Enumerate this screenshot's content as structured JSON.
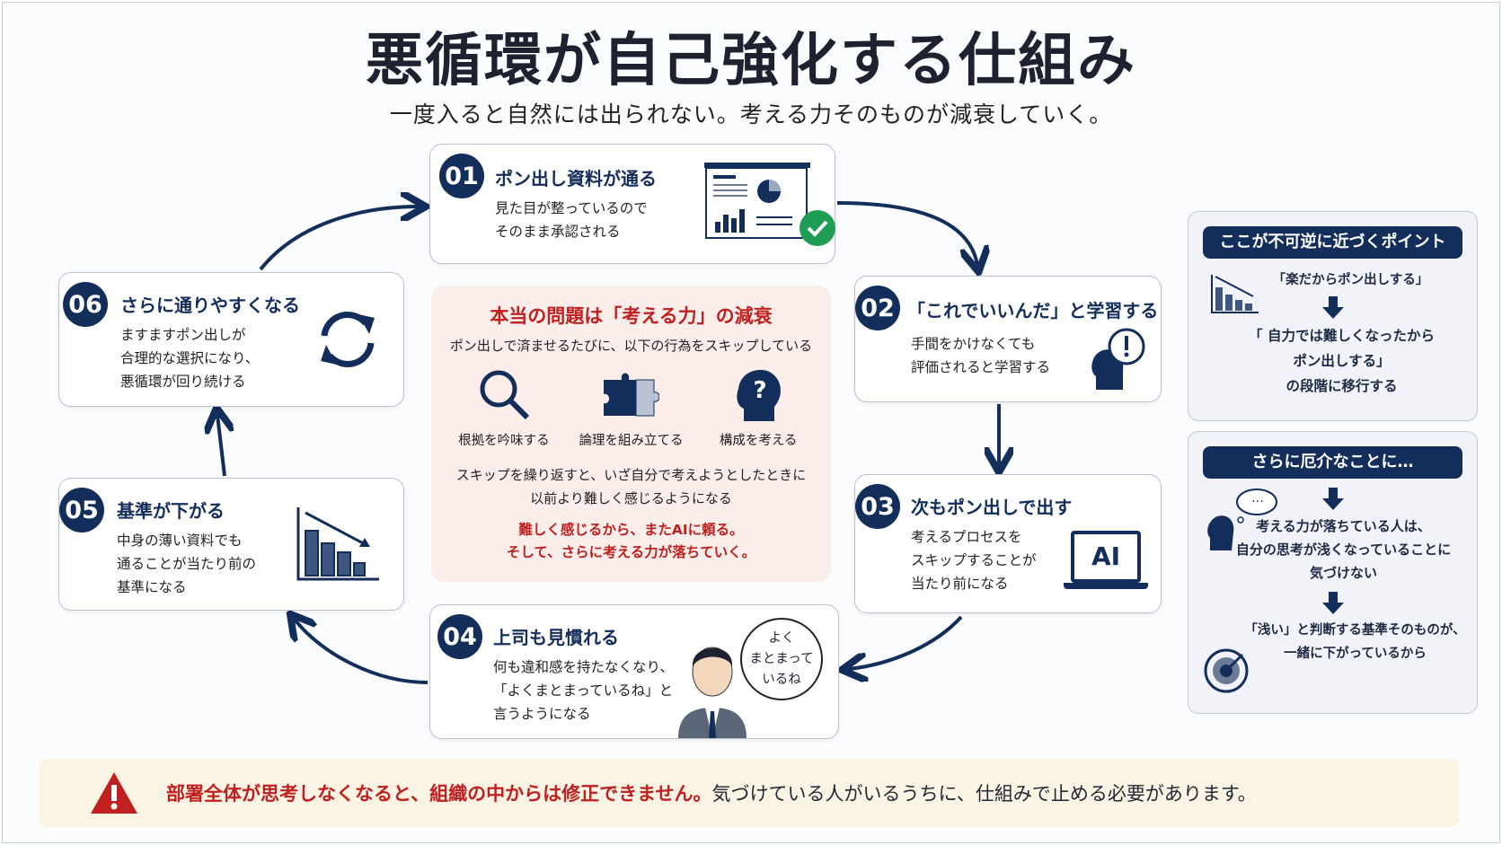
{
  "title": "悪循環が自己強化する仕組み",
  "subtitle": "一度入ると自然には出られない。考える力そのものが減衰していく。",
  "steps": [
    {
      "num": "01",
      "title": "ポン出し資料が通る",
      "lines": [
        "見た目が整っているので",
        "そのまま承認される"
      ]
    },
    {
      "num": "02",
      "title": "「これでいいんだ」と学習する",
      "lines": [
        "手間をかけなくても",
        "評価されると学習する"
      ]
    },
    {
      "num": "03",
      "title": "次もポン出しで出す",
      "lines": [
        "考えるプロセスを",
        "スキップすることが",
        "当たり前になる"
      ],
      "icon_text": "AI"
    },
    {
      "num": "04",
      "title": "上司も見慣れる",
      "lines": [
        "何も違和感を持たなくなり、",
        "「よくまとまっているね」と",
        "言うようになる"
      ],
      "bubble": [
        "よく",
        "まとまって",
        "いるね"
      ]
    },
    {
      "num": "05",
      "title": "基準が下がる",
      "lines": [
        "中身の薄い資料でも",
        "通ることが当たり前の",
        "基準になる"
      ]
    },
    {
      "num": "06",
      "title": "さらに通りやすくなる",
      "lines": [
        "ますますポン出しが",
        "合理的な選択になり、",
        "悪循環が回り続ける"
      ]
    }
  ],
  "center": {
    "heading": "本当の問題は「考える力」の減衰",
    "sub": "ポン出しで済ませるたびに、以下の行為をスキップしている",
    "skips": [
      "根拠を吟味する",
      "論理を組み立てる",
      "構成を考える"
    ],
    "para": [
      "スキップを繰り返すと、いざ自分で考えようとしたときに",
      "以前より難しく感じるようになる"
    ],
    "red": [
      "難しく感じるから、またAIに頼る。",
      "そして、さらに考える力が落ちていく。"
    ]
  },
  "panel1": {
    "heading": "ここが不可逆に近づくポイント",
    "line1": "「楽だからポン出しする」",
    "line2": [
      "「 自力では難しくなったから",
      "ポン出しする」",
      "の段階に移行する"
    ]
  },
  "panel2": {
    "heading": "さらに厄介なことに…",
    "bubble": "…",
    "line1": [
      "考える力が落ちている人は、",
      "自分の思考が浅くなっていることに",
      "気づけない"
    ],
    "line2": [
      "「浅い」と判断する基準そのものが、",
      "一緒に下がっているから"
    ]
  },
  "banner": {
    "red": "部署全体が思考しなくなると、組織の中からは修正できません。",
    "black": "気づけている人がいるうちに、仕組みで止める必要があります。"
  },
  "colors": {
    "navy": "#142e5c",
    "red": "#c0201f",
    "green": "#1f9d55"
  }
}
